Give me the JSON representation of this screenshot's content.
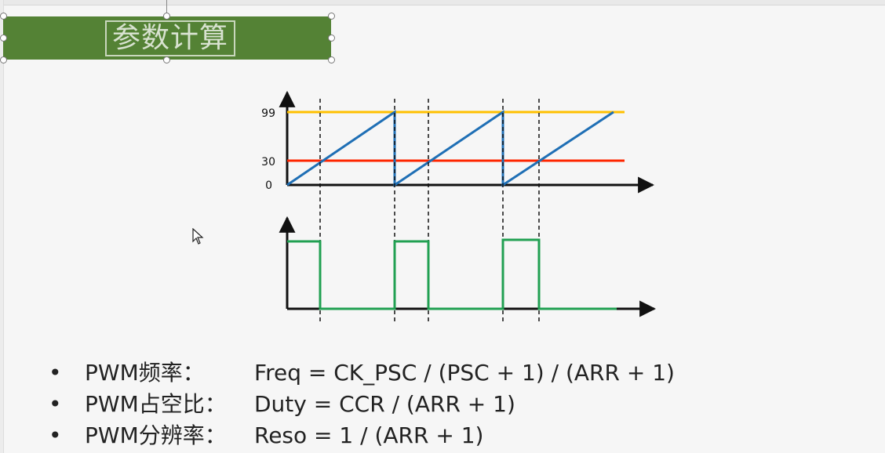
{
  "title": {
    "text": "参数计算",
    "box_color": "#548235"
  },
  "chart_data": {
    "type": "line",
    "top_plot": {
      "y_ticks": [
        "99",
        "30",
        "0"
      ],
      "levels": [
        {
          "value": 99,
          "color": "#FFC000"
        },
        {
          "value": 30,
          "color": "#FF2600"
        }
      ],
      "counter_color": "#1F6FB5",
      "counter_range": [
        0,
        99
      ]
    },
    "bottom_plot": {
      "signal_color": "#21A052"
    }
  },
  "bullets": [
    {
      "dot": "•",
      "label": "PWM频率：",
      "formula": "Freq = CK_PSC / (PSC + 1) / (ARR + 1)"
    },
    {
      "dot": "•",
      "label": "PWM占空比：",
      "formula": "Duty = CCR / (ARR + 1)"
    },
    {
      "dot": "•",
      "label": "PWM分辨率：",
      "formula": "Reso = 1 / (ARR + 1)"
    }
  ]
}
